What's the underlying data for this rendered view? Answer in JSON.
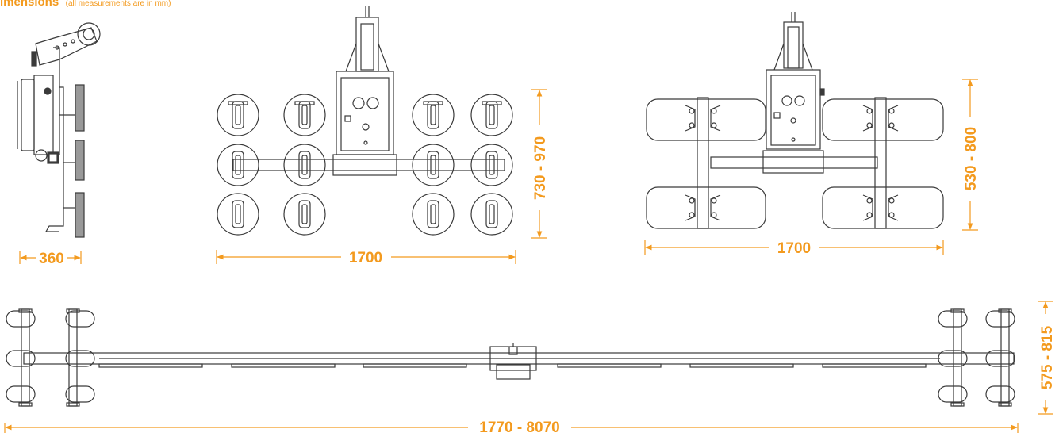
{
  "heading": {
    "title": "imensions",
    "subtitle": "(all measurements are in mm)"
  },
  "colors": {
    "dimension": "#f39a1e",
    "line": "#3a3a3a",
    "pad_fill": "#999999"
  },
  "views": {
    "side": {
      "width_label": "360"
    },
    "front_round_pads": {
      "width_label": "1700",
      "height_label": "730 - 970"
    },
    "front_rect_pads": {
      "width_label": "1700",
      "height_label": "530 - 800"
    },
    "top_extended": {
      "length_label": "1770 - 8070",
      "height_label": "575 - 815"
    }
  }
}
